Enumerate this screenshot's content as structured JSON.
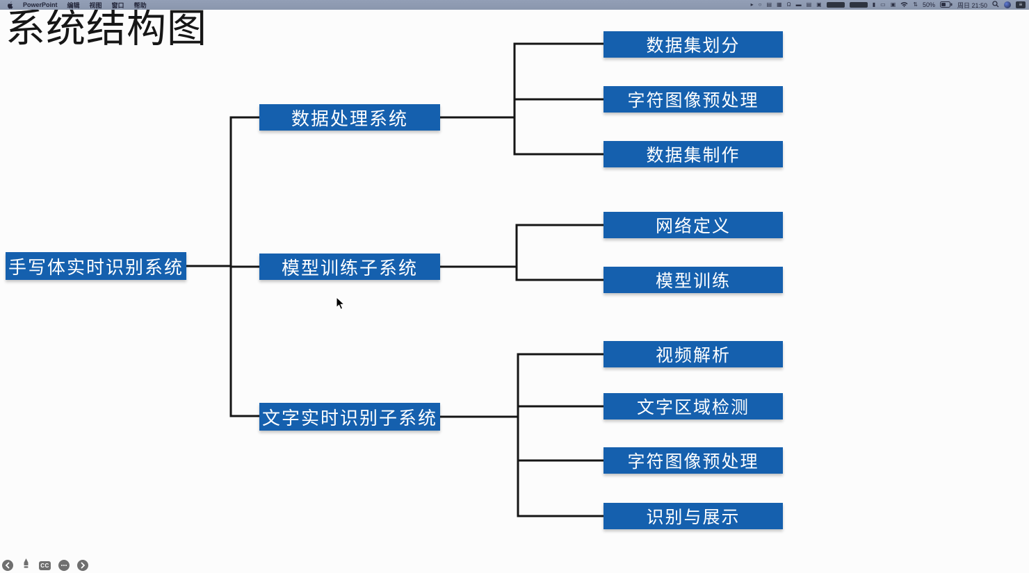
{
  "menu_bar": {
    "app_name": "PowerPoint",
    "menus": [
      "编辑",
      "视图",
      "窗口",
      "帮助"
    ],
    "status": {
      "battery_percent": "50%",
      "datetime": "周日 21:50"
    },
    "status_icons": [
      {
        "name": "location-arrow-icon",
        "glyph": "▸"
      },
      {
        "name": "ring-icon",
        "glyph": "○"
      },
      {
        "name": "window-bars-icon",
        "glyph": "▤"
      },
      {
        "name": "grid-icon",
        "glyph": "▦"
      },
      {
        "name": "bell-icon",
        "glyph": "Ω"
      },
      {
        "name": "widget-icon",
        "glyph": "▬"
      },
      {
        "name": "stats-icon",
        "glyph": "▤"
      },
      {
        "name": "camera-icon",
        "glyph": "▣"
      },
      {
        "name": "divider-bar-icon",
        "glyph": "▮"
      },
      {
        "name": "device-icon",
        "glyph": "▭"
      },
      {
        "name": "screen-mirroring-icon",
        "glyph": "▣"
      },
      {
        "name": "sync-arrows-icon",
        "glyph": "⇅"
      },
      {
        "name": "control-center-icon",
        "glyph": "≡"
      }
    ]
  },
  "slide": {
    "title": "系统结构图",
    "colors": {
      "node_bg": "#1560AE",
      "node_text": "#FFFFFF",
      "connector": "#151515"
    },
    "root": {
      "label": "手写体实时识别系统"
    },
    "branches": [
      {
        "label": "数据处理系统",
        "children": [
          {
            "label": "数据集划分"
          },
          {
            "label": "字符图像预处理"
          },
          {
            "label": "数据集制作"
          }
        ]
      },
      {
        "label": "模型训练子系统",
        "children": [
          {
            "label": "网络定义"
          },
          {
            "label": "模型训练"
          }
        ]
      },
      {
        "label": "文字实时识别子系统",
        "children": [
          {
            "label": "视频解析"
          },
          {
            "label": "文字区域检测"
          },
          {
            "label": "字符图像预处理"
          },
          {
            "label": "识别与展示"
          }
        ]
      }
    ]
  },
  "player_controls": {
    "captions_label": "CC"
  }
}
